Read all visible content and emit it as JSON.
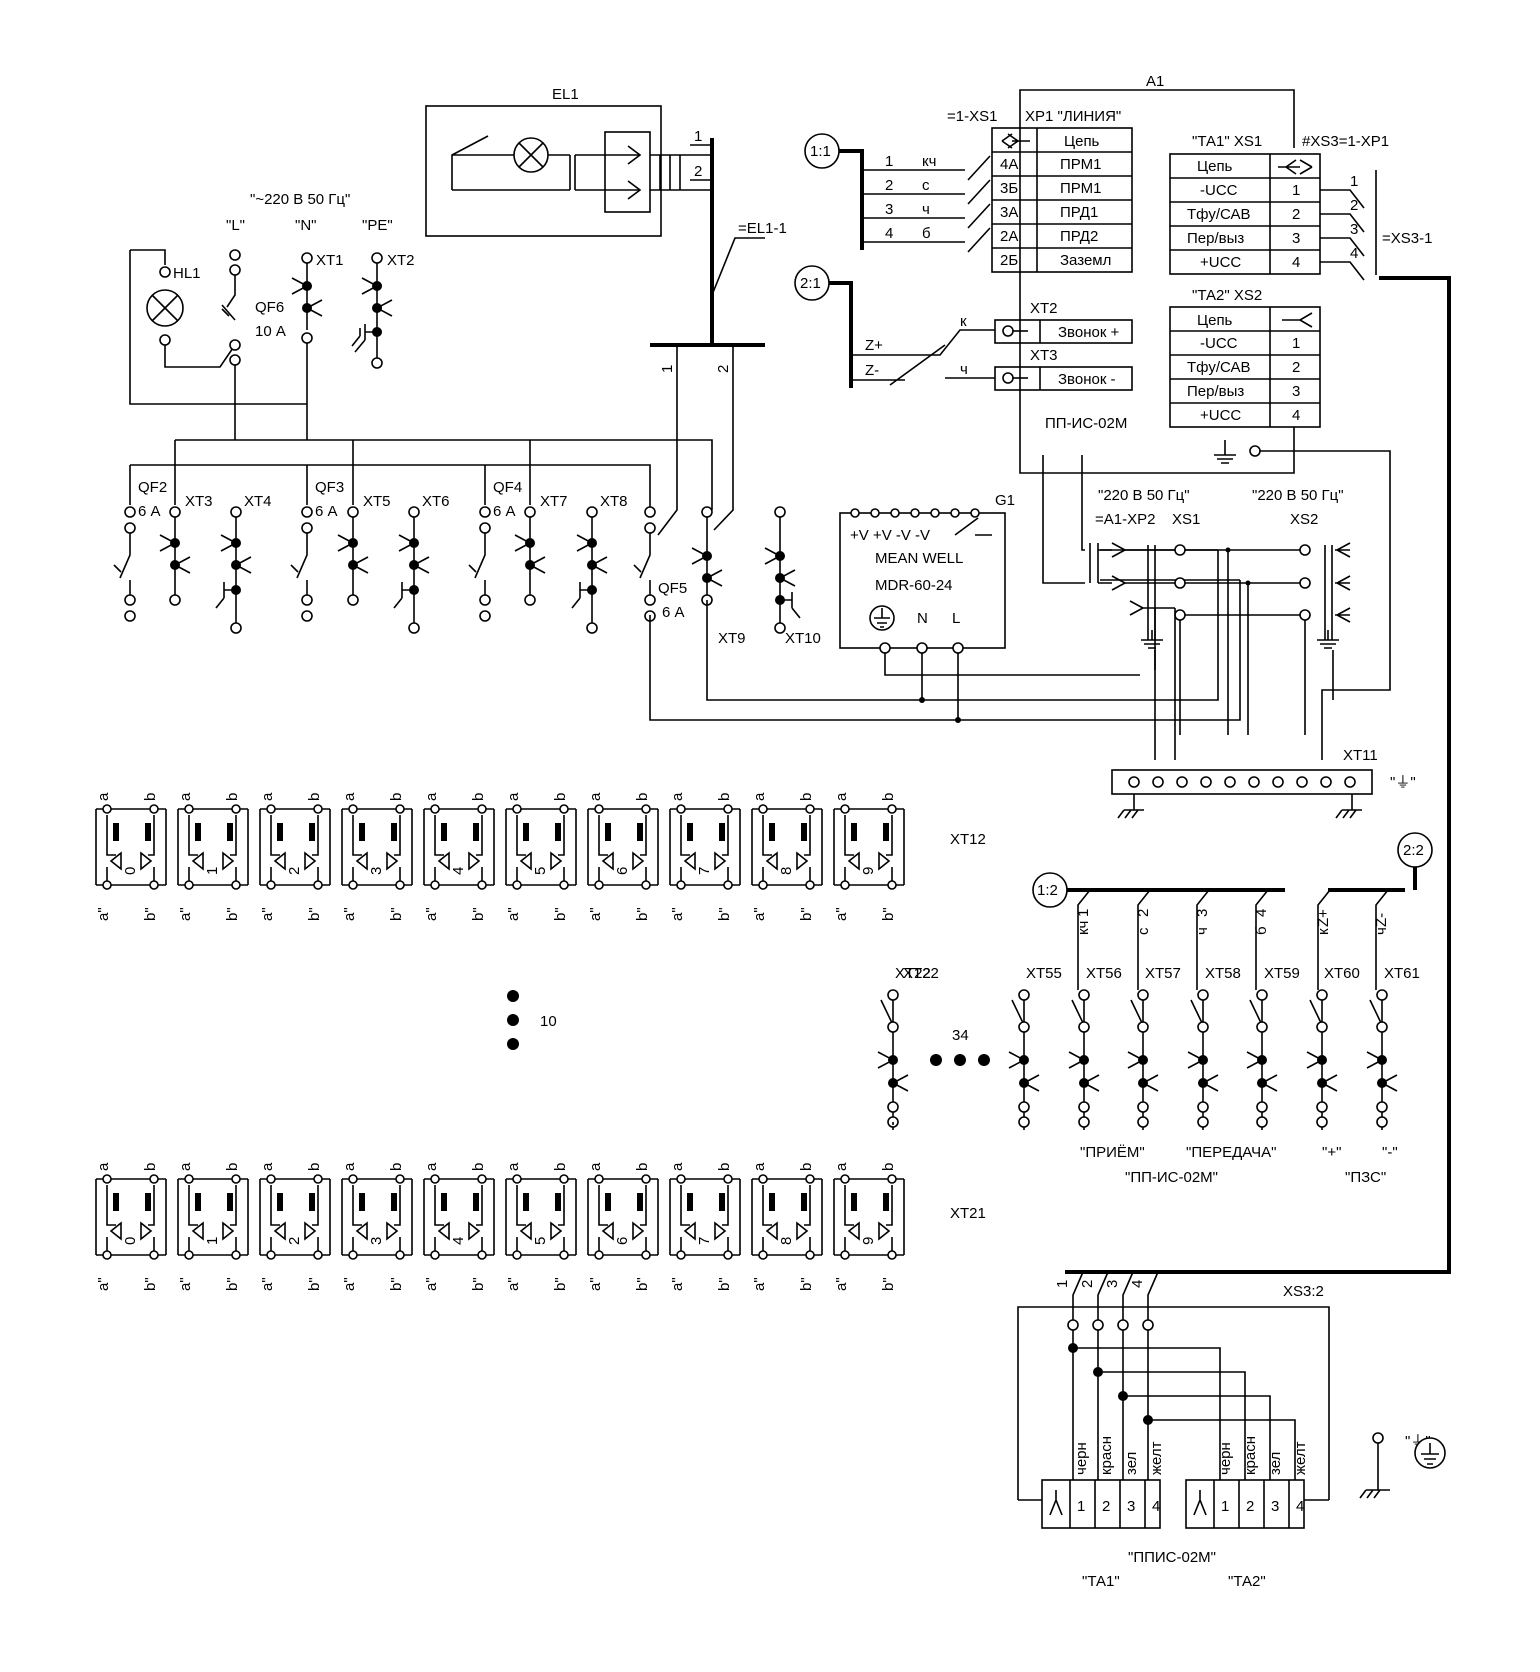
{
  "labels": {
    "a1": "A1",
    "el1": "EL1",
    "el1_net": "=EL1-1",
    "el1_pin1": "1",
    "el1_pin2": "2",
    "supply": "\"~220 В  50 Гц\"",
    "phase_l": "\"L\"",
    "phase_n": "\"N\"",
    "phase_pe": "\"PE\"",
    "hl1": "HL1",
    "xt1": "XT1",
    "xt2": "XT2",
    "qf6": "QF6",
    "qf6_rating": "10 А",
    "bus_tap1": "1",
    "bus_tap2": "2",
    "qf2": "QF2",
    "qf3": "QF3",
    "qf4": "QF4",
    "qf5": "QF5",
    "six_amp": "6 А",
    "xt3": "XT3",
    "xt4": "XT4",
    "xt5": "XT5",
    "xt6": "XT6",
    "xt7": "XT7",
    "xt8": "XT8",
    "xt9": "XT9",
    "xt10": "XT10",
    "g1": "G1",
    "psu_pins": "+V +V -V  -V",
    "psu_maker": "MEAN WELL",
    "psu_model": "MDR-60-24",
    "psu_n": "N",
    "psu_l": "L",
    "xs1_net": "=1-XS1",
    "xp1": "XP1 \"ЛИНИЯ\"",
    "circle_11": "1:1",
    "circle_21": "2:1",
    "circle_12": "1:2",
    "circle_22": "2:2",
    "xt2b": "XT2",
    "xt3b": "XT3",
    "bell_plus": "Звонок +",
    "bell_minus": "Звонок -",
    "wire_k": "к",
    "wire_ch": "ч",
    "z_plus": "Z+",
    "z_minus": "Z-",
    "ta1_xs1": "\"ТА1\" XS1",
    "xs3_net": "#XS3=1-XP1",
    "ta2_xs2": "\"ТА2\" XS2",
    "xs3_1": "=XS3-1",
    "pp_is": "ПП-ИС-02М",
    "v220_a": "\"220 В 50 Гц\"",
    "v220_b": "\"220 В 50 Гц\"",
    "a1_xp2": "=A1-XP2",
    "xs1": "XS1",
    "xs2": "XS2",
    "xt11": "XT11",
    "ground_sign": "\"⏚\"",
    "xt12": "XT12",
    "xt21": "XT21",
    "dots_count": "10",
    "xt22": "XT22",
    "dots_34": "34",
    "xt55": "XT55",
    "xt56": "XT56",
    "xt57": "XT57",
    "xt58": "XT58",
    "xt59": "XT59",
    "xt60": "XT60",
    "xt61": "XT61",
    "priem": "\"ПРИЁМ\"",
    "peredacha": "\"ПЕРЕДАЧА\"",
    "plus_q": "\"+\"",
    "minus_q": "\"-\"",
    "pp_is_q": "\"ПП-ИС-02М\"",
    "pzs": "\"ПЗС\"",
    "xs32": "XS3:2",
    "ppis_q": "\"ППИС-02М\"",
    "ta1_q": "\"ТА1\"",
    "ta2_q": "\"ТА2\"",
    "ground_sign2": "\"⏚\""
  },
  "xp1_table": {
    "header": "Цепь",
    "rows": [
      [
        "4А",
        "ПРМ1"
      ],
      [
        "3Б",
        "ПРМ1"
      ],
      [
        "3А",
        "ПРД1"
      ],
      [
        "2А",
        "ПРД2"
      ],
      [
        "2Б",
        "Заземл"
      ]
    ]
  },
  "line_wires": [
    [
      "1",
      "кч"
    ],
    [
      "2",
      "с"
    ],
    [
      "3",
      "ч"
    ],
    [
      "4",
      "б"
    ]
  ],
  "ta_table": {
    "header": "Цепь",
    "rows": [
      [
        "-UCC",
        "1"
      ],
      [
        "Тфу/САВ",
        "2"
      ],
      [
        "Пер/выз",
        "3"
      ],
      [
        "+UCC",
        "4"
      ]
    ]
  },
  "xs3_pins": [
    "1",
    "2",
    "3",
    "4"
  ],
  "strip_top": [
    "a",
    "b"
  ],
  "strip_bottom": [
    "a\"",
    "b\""
  ],
  "strip_digits": [
    "0",
    "1",
    "2",
    "3",
    "4",
    "5",
    "6",
    "7",
    "8",
    "9"
  ],
  "bus12": [
    [
      "кч",
      "1"
    ],
    [
      "с",
      "2"
    ],
    [
      "ч",
      "3"
    ],
    [
      "б",
      "4"
    ],
    [
      "к",
      "Z+"
    ],
    [
      "ч",
      "Z-"
    ]
  ],
  "wire_colors": [
    "черн",
    "красн",
    "зел",
    "желт"
  ],
  "conn_pins": [
    "1",
    "2",
    "3",
    "4"
  ]
}
